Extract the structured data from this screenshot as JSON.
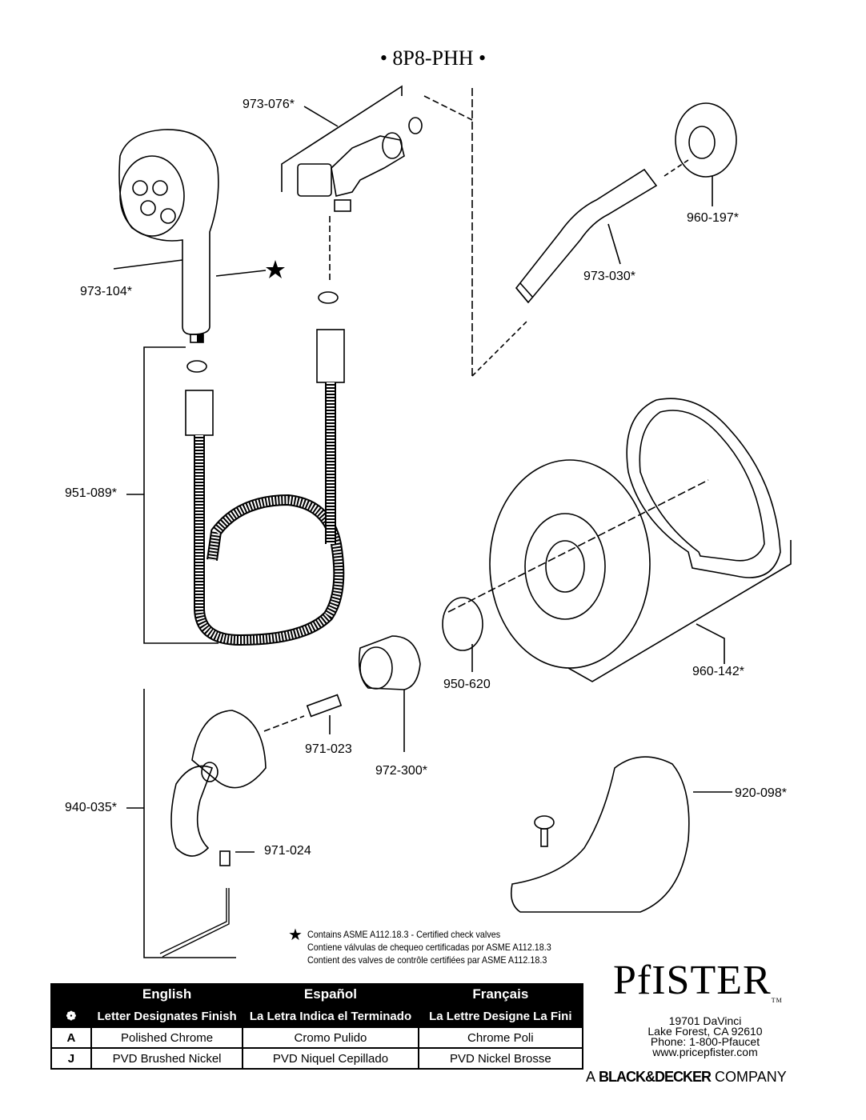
{
  "model": "• 8P8-PHH •",
  "parts": {
    "p973_076": "973-076*",
    "p973_104": "973-104*",
    "p960_197": "960-197*",
    "p973_030": "973-030*",
    "p951_089": "951-089*",
    "p960_142": "960-142*",
    "p950_620": "950-620",
    "p971_023": "971-023",
    "p972_300": "972-300*",
    "p920_098": "920-098*",
    "p940_035": "940-035*",
    "p971_024": "971-024"
  },
  "notes": {
    "star_symbol": "★",
    "line_en": "Contains ASME A112.18.3 - Certified check valves",
    "line_es": "Contiene válvulas de chequeo certificadas por ASME A112.18.3",
    "line_fr": "Contient des valves de contrôle certifiées par ASME A112.18.3"
  },
  "finish_table": {
    "headers": {
      "en": "English",
      "es": "Español",
      "fr": "Français"
    },
    "sub_headers": {
      "symbol": "❁",
      "en": "Letter Designates Finish",
      "es": "La Letra Indica el Terminado",
      "fr": "La Lettre Designe La Fini"
    },
    "rows": [
      {
        "letter": "A",
        "en": "Polished Chrome",
        "es": "Cromo Pulido",
        "fr": "Chrome Poli"
      },
      {
        "letter": "J",
        "en": "PVD Brushed Nickel",
        "es": "PVD Niquel Cepillado",
        "fr": "PVD Nickel Brosse"
      }
    ]
  },
  "brand": {
    "logo": "PfISTER",
    "tm": "TM",
    "address_1": "19701 DaVinci",
    "address_2": "Lake Forest, CA 92610",
    "phone": "Phone: 1-800-Pfaucet",
    "web": "www.pricepfister.com",
    "company_prefix": "A",
    "company_name": "BLACK&DECKER",
    "company_suffix": "COMPANY"
  }
}
